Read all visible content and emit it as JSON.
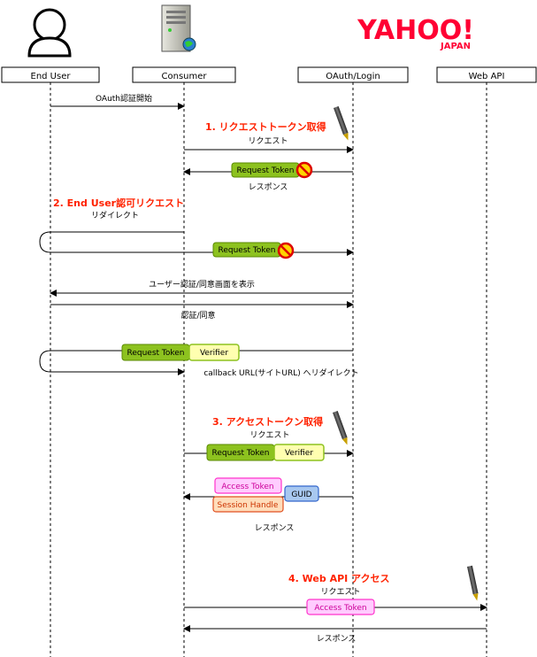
{
  "actors": [
    {
      "id": "user",
      "label": "End User",
      "icon": "user-icon"
    },
    {
      "id": "consumer",
      "label": "Consumer",
      "icon": "server-icon"
    },
    {
      "id": "oauth",
      "label": "OAuth/Login",
      "logo": "yahoo-japan-logo"
    },
    {
      "id": "api",
      "label": "Web API"
    }
  ],
  "logo": {
    "main": "YAHOO!",
    "sub": "JAPAN"
  },
  "colors": {
    "step": "#ff2200",
    "request_token": "#8dc21f",
    "verifier": "#ffffb0",
    "access_token": "#ffccff",
    "session_handle": "#ffddbb",
    "guid": "#a8c8f0",
    "no_sign": "#dd0000"
  },
  "steps": {
    "s1": "1. リクエストトークン取得",
    "s2": "2. End User認可リクエスト",
    "s3": "3. アクセストークン取得",
    "s4": "4.  Web API アクセス"
  },
  "messages": {
    "oauth_start": "OAuth認証開始",
    "request1": "リクエスト",
    "response1": "レスポンス",
    "redirect": "リダイレクト",
    "display_auth": "ユーザー認証/同意画面を表示",
    "auth_consent": "認証/同意",
    "callback": "callback URL(サイトURL) へリダイレクト",
    "request3": "リクエスト",
    "response3": "レスポンス",
    "request4": "リクエスト",
    "response4": "レスポンス"
  },
  "tokens": {
    "request_token": "Request Token",
    "verifier": "Verifier",
    "access_token": "Access Token",
    "session_handle": "Session Handle",
    "guid": "GUID"
  }
}
